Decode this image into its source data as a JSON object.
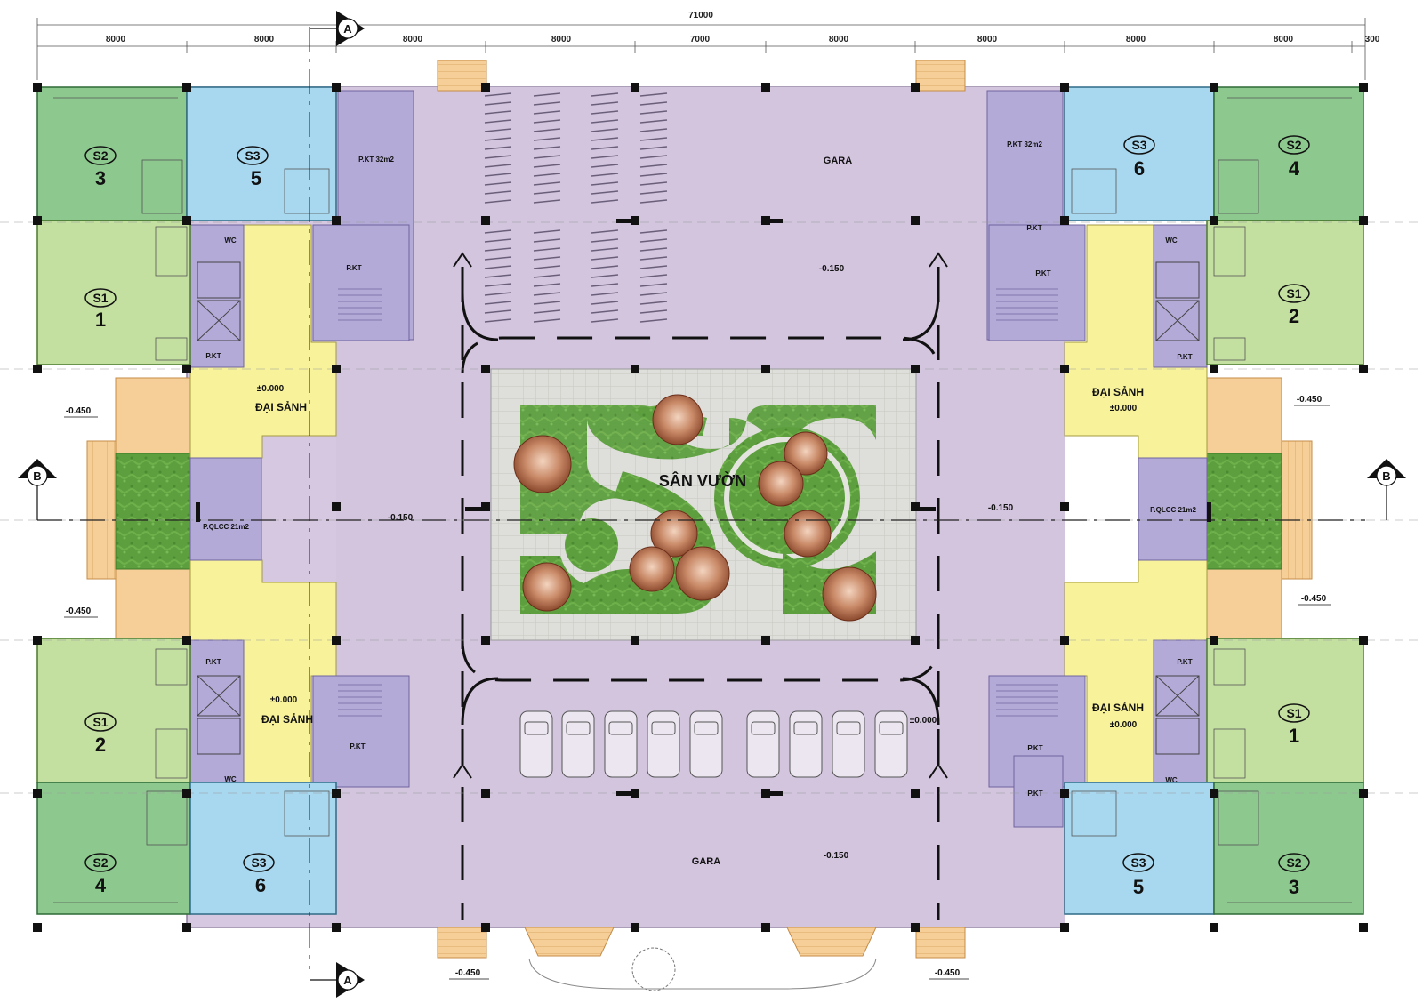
{
  "dimensions": {
    "total": "71000",
    "bays": [
      "8000",
      "8000",
      "8000",
      "8000",
      "7000",
      "8000",
      "8000",
      "8000",
      "8000",
      "300"
    ]
  },
  "sections": {
    "a": "A",
    "b": "B"
  },
  "units": [
    {
      "id": "tl-s2",
      "code": "S2",
      "num": "3",
      "fill": "#8dc98f"
    },
    {
      "id": "tl-s3",
      "code": "S3",
      "num": "5",
      "fill": "#a8d8ef"
    },
    {
      "id": "ml-s1",
      "code": "S1",
      "num": "1",
      "fill": "#c3e0a0"
    },
    {
      "id": "bl-s1",
      "code": "S1",
      "num": "2",
      "fill": "#c3e0a0"
    },
    {
      "id": "bl-s2",
      "code": "S2",
      "num": "4",
      "fill": "#8dc98f"
    },
    {
      "id": "bl-s3",
      "code": "S3",
      "num": "6",
      "fill": "#a8d8ef"
    },
    {
      "id": "tr-s3",
      "code": "S3",
      "num": "6",
      "fill": "#a8d8ef"
    },
    {
      "id": "tr-s2",
      "code": "S2",
      "num": "4",
      "fill": "#8dc98f"
    },
    {
      "id": "mr-s1",
      "code": "S1",
      "num": "2",
      "fill": "#c3e0a0"
    },
    {
      "id": "br-s1",
      "code": "S1",
      "num": "1",
      "fill": "#c3e0a0"
    },
    {
      "id": "br-s3",
      "code": "S3",
      "num": "5",
      "fill": "#a8d8ef"
    },
    {
      "id": "br-s2",
      "code": "S2",
      "num": "3",
      "fill": "#8dc98f"
    }
  ],
  "labels": {
    "gara": "GARA",
    "garden": "SÂN VƯỜN",
    "lobby": "ĐẠI SẢNH",
    "technical_room": "P.KT",
    "technical_room_32": "P.KT 32m2",
    "wc": "WC",
    "management_room": "P.QLCC 21m2"
  },
  "levels": {
    "zero": "±0.000",
    "minus_150": "-0.150",
    "minus_450": "-0.450"
  },
  "colors": {
    "gara": "#d6c8e0",
    "tech": "#b3aad8",
    "lobby": "#f8f39a",
    "s1": "#c3e0a0",
    "s2": "#8dc98f",
    "s3": "#a8d8ef",
    "stair": "#f6cf98",
    "garden_paving": "#dcdcd4",
    "grass": "#5a9e3c"
  }
}
